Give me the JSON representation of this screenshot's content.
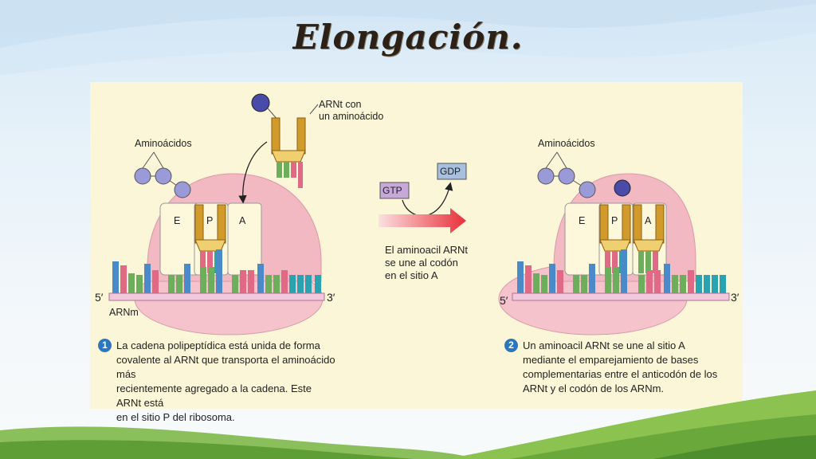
{
  "slide": {
    "title": "Elongación."
  },
  "labels": {
    "trna_with_aa_line1": "ARNt con",
    "trna_with_aa_line2": "un aminoácido",
    "amino_acids_left": "Aminoácidos",
    "amino_acids_right": "Aminoácidos",
    "site_e": "E",
    "site_p": "P",
    "site_a": "A",
    "five_prime_left": "5′",
    "three_prime_left": "3′",
    "five_prime_right": "5′",
    "three_prime_right": "3′",
    "mrna": "ARNm",
    "gtp": "GTP",
    "gdp": "GDP",
    "arrow_text_line1": "El aminoacil ARNt",
    "arrow_text_line2": "se une al codón",
    "arrow_text_line3": "en el sitio A"
  },
  "captions": [
    {
      "number": "1",
      "lines": [
        "La cadena polipeptídica está unida de forma",
        "covalente al ARNt que transporta el aminoácido más",
        "recientemente agregado a la cadena. Este ARNt está",
        "en el sitio P del ribosoma."
      ]
    },
    {
      "number": "2",
      "lines": [
        "Un aminoacil ARNt se une al sitio A",
        "mediante el emparejamiento de bases",
        "complementarias entre el anticodón de los",
        "ARNt y el codón de los ARNm."
      ]
    }
  ],
  "colors": {
    "ribosome": "#f2b9c3",
    "site_box": "#fdf8dc",
    "trna": "#d19a2a",
    "amino_acid": "#9a9ad8",
    "mrna_strand": "#f0c8dc",
    "arrow": "#e8303a",
    "nuc_blue": "#4a8ac8",
    "nuc_green": "#6cae5c",
    "nuc_pink": "#e06a86",
    "nuc_teal": "#2aa3b0",
    "gtp_box": "#c8a8d8",
    "gdp_box": "#a8c0e0"
  }
}
